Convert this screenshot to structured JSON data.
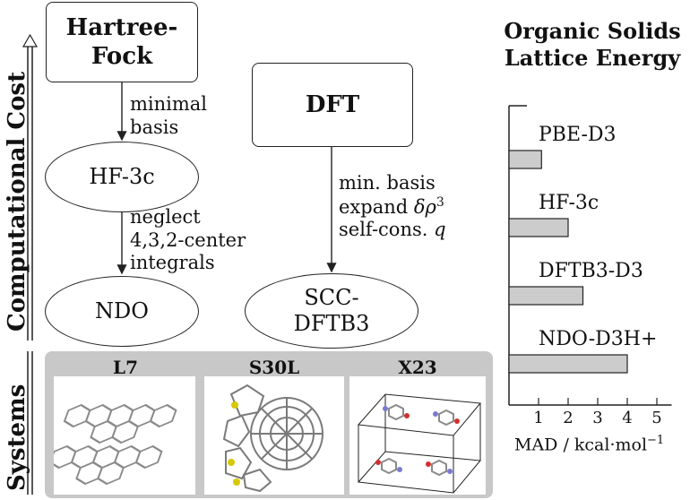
{
  "left_axis": {
    "cost_label": "Computational Cost",
    "systems_label": "Systems"
  },
  "nodes": {
    "hartree_fock": "Hartree-\nFock",
    "dft": "DFT",
    "hf3c": "HF-3c",
    "ndo": "NDO",
    "sccdftb3": "SCC-\nDFTB3"
  },
  "edges": {
    "hf_to_hf3c": "minimal\nbasis",
    "hf3c_to_ndo": "neglect\n4,3,2-center\nintegrals",
    "dft_to_dftb_line1": "min. basis",
    "dft_to_dftb_line2_prefix": "expand ",
    "dft_to_dftb_line2_math": "δρ",
    "dft_to_dftb_line2_sup": "3",
    "dft_to_dftb_line3_prefix": "self-cons. ",
    "dft_to_dftb_line3_math": "q"
  },
  "systems": {
    "l7": "L7",
    "s30l": "S30L",
    "x23": "X23"
  },
  "chart_data": {
    "type": "bar",
    "title": "Organic Solids\nLattice Energy",
    "categories": [
      "PBE-D3",
      "HF-3c",
      "DFTB3-D3",
      "NDO-D3H+"
    ],
    "values": [
      1.1,
      2.0,
      2.5,
      4.0
    ],
    "xlabel": "MAD / kcal·mol",
    "xlabel_sup": "−1",
    "xlim": [
      0,
      5.5
    ],
    "xticks": [
      1,
      2,
      3,
      4,
      5
    ],
    "orientation": "horizontal",
    "bar_color": "#cccccc"
  }
}
